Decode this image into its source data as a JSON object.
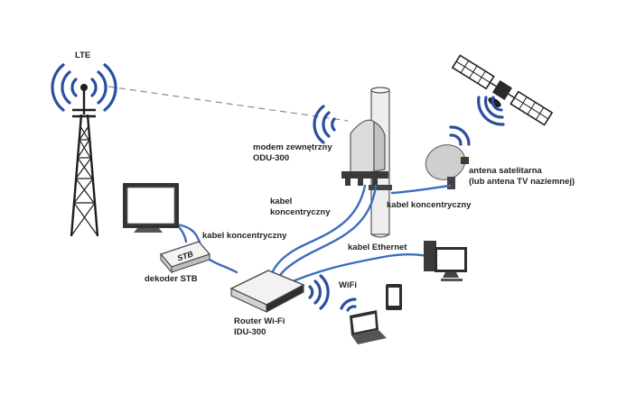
{
  "labels": {
    "lte": "LTE",
    "modem_line1": "modem zewnętrzny",
    "modem_line2": "ODU-300",
    "sat_line1": "antena satelitarna",
    "sat_line2": "(lub antena TV naziemnej)",
    "coax_mast": "kabel koncentryczny",
    "coax_vertical_line1": "kabel",
    "coax_vertical_line2": "koncentryczny",
    "coax_stb": "kabel koncentryczny",
    "decoder": "dekoder STB",
    "stb_box_text": "STB",
    "ethernet": "kabel Ethernet",
    "wifi": "WiFi",
    "router_line1": "Router Wi-Fi",
    "router_line2": "IDU-300"
  },
  "colors": {
    "wave": "#2b4f9e",
    "cable": "#3d6bbf",
    "tower": "#1e1e1e",
    "device_dark": "#333333",
    "device_light": "#d6d6d6",
    "dash": "#8a8a8a"
  },
  "icons": [
    "cell-tower-icon",
    "satellite-icon",
    "mast-icon",
    "modem-icon",
    "satellite-dish-icon",
    "tv-icon",
    "stb-decoder-icon",
    "router-icon",
    "desktop-pc-icon",
    "smartphone-icon",
    "laptop-icon"
  ]
}
